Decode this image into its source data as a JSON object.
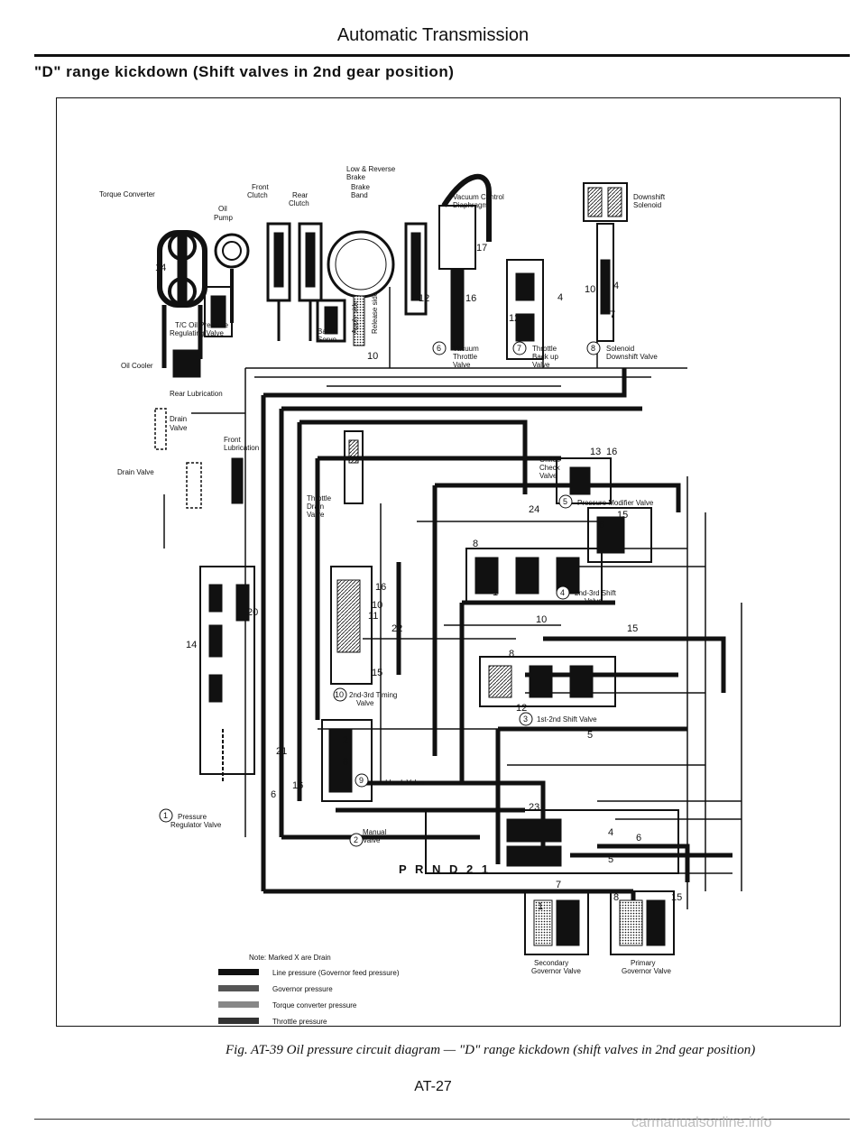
{
  "header": {
    "title": "Automatic Transmission",
    "section": "\"D\" range kickdown (Shift valves in 2nd gear position)"
  },
  "diagram": {
    "labels": {
      "torque_converter": "Torque Converter",
      "oil_pump_1": "Oil",
      "oil_pump_2": "Pump",
      "front_clutch_1": "Front",
      "front_clutch_2": "Clutch",
      "rear_clutch_1": "Rear",
      "rear_clutch_2": "Clutch",
      "low_reverse_1": "Low & Reverse",
      "low_reverse_2": "Brake",
      "brake_band_1": "Brake",
      "brake_band_2": "Band",
      "vacuum_control_1": "Vacuum Control",
      "vacuum_control_2": "Diaphragm",
      "downshift_solenoid_1": "Downshift",
      "downshift_solenoid_2": "Solenoid",
      "tc_oil_1": "T/C Oil Pressure",
      "tc_oil_2": "Regulating Valve",
      "oil_cooler": "Oil Cooler",
      "rear_lubrication": "Rear Lubrication",
      "drain_valve_a_1": "Drain",
      "drain_valve_a_2": "Valve",
      "drain_valve_b": "Drain Valve",
      "front_lubrication_1": "Front",
      "front_lubrication_2": "Lubrication",
      "band_servo_1": "Band",
      "band_servo_2": "Servo",
      "apply_side": "Apply side",
      "release_side": "Release side",
      "vacuum_throttle_1": "Vacuum",
      "vacuum_throttle_2": "Throttle",
      "vacuum_throttle_3": "Valve",
      "throttle_backup_1": "Throttle",
      "throttle_backup_2": "Back up",
      "throttle_backup_3": "Valve",
      "solenoid_downshift_1": "Solenoid",
      "solenoid_downshift_2": "Downshift Valve",
      "throttle_drain_1": "Throttle",
      "throttle_drain_2": "Drain",
      "throttle_drain_3": "Valve",
      "orifice_check_1": "Orifice",
      "orifice_check_2": "Check",
      "orifice_check_3": "Valve",
      "pressure_modifier": "Pressure Modifier Valve",
      "shift_23_1": "2nd-3rd Shift",
      "shift_23_2": "Valve",
      "timing_23_1": "2nd-3rd Timing",
      "timing_23_2": "Valve",
      "shift_12": "1st-2nd Shift Valve",
      "second_lock": "Second Lock Valve",
      "pressure_regulator_1": "Pressure",
      "pressure_regulator_2": "Regulator Valve",
      "manual_valve_1": "Manual",
      "manual_valve_2": "Valve",
      "prnd": "P R N D 2 1",
      "secondary_gov_1": "Secondary",
      "secondary_gov_2": "Governor Valve",
      "primary_gov_1": "Primary",
      "primary_gov_2": "Governor Valve"
    },
    "circled": {
      "c1": "1",
      "c2": "2",
      "c3": "3",
      "c4": "4",
      "c5": "5",
      "c6": "6",
      "c7": "7",
      "c8": "8",
      "c9": "9",
      "c10": "10"
    },
    "line_numbers": {
      "n1": "1",
      "n2": "2",
      "n4": "4",
      "n5": "5",
      "n6": "6",
      "n7": "7",
      "n8": "8",
      "n10": "10",
      "n11": "11",
      "n12": "12",
      "n13": "13",
      "n14": "14",
      "n15": "15",
      "n16": "16",
      "n17": "17",
      "n20": "20",
      "n21": "21",
      "n22": "22",
      "n23": "23",
      "n24": "24"
    },
    "legend": {
      "note": "Note:  Marked X are Drain",
      "items": [
        {
          "label": "Line pressure (Governor feed pressure)",
          "fill": "#111111"
        },
        {
          "label": "Governor pressure",
          "fill": "#555555"
        },
        {
          "label": "Torque converter pressure",
          "fill": "#888888"
        },
        {
          "label": "Throttle pressure",
          "fill": "#333333"
        }
      ]
    }
  },
  "footer": {
    "caption": "Fig. AT-39  Oil pressure circuit diagram — \"D\" range kickdown (shift valves in 2nd gear position)",
    "page_number": "AT-27",
    "watermark": "carmanualsonline.info"
  }
}
